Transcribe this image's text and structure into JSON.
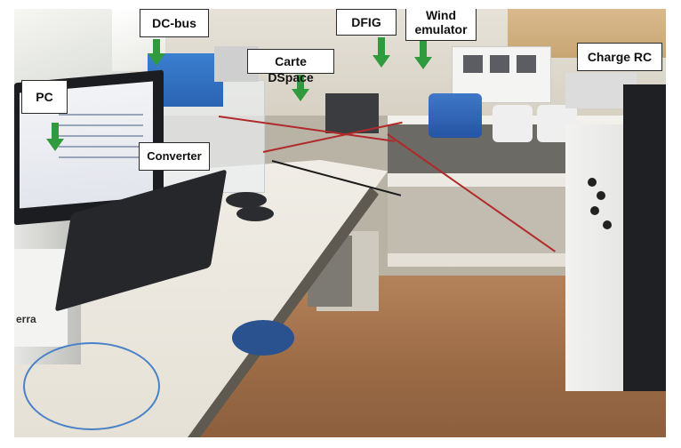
{
  "labels": {
    "pc": "PC",
    "dc_bus": "DC-bus",
    "carte_dspace": "Carte DSpace",
    "dfig": "DFIG",
    "wind_emulator_line1": "Wind",
    "wind_emulator_line2": "emulator",
    "charge_rc": "Charge RC",
    "converter": "Converter"
  },
  "tower_brand": "erra",
  "colors": {
    "arrow": "#2f9a3e",
    "label_bg": "#ffffff",
    "label_border": "#2a2a2a"
  }
}
